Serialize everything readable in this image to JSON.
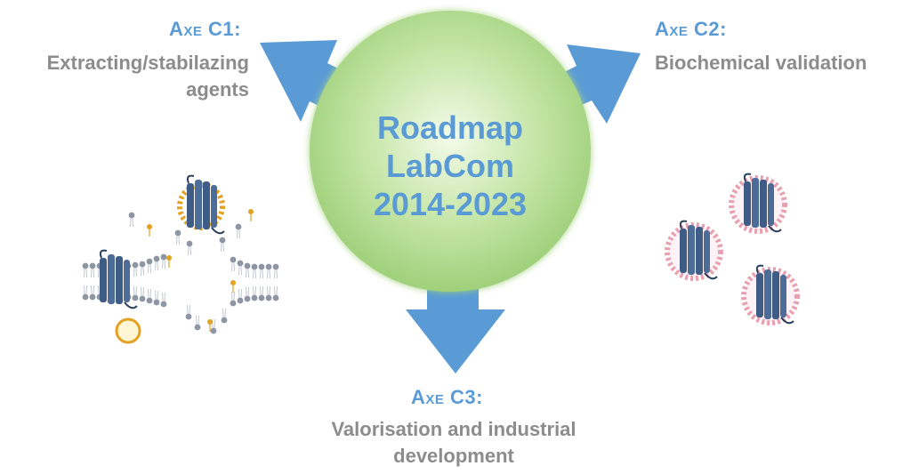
{
  "center": {
    "lines": [
      "Roadmap",
      "LabCom",
      "2014-2023"
    ]
  },
  "axes": [
    {
      "id": "c1",
      "title": "Axe C1:",
      "desc_lines": [
        "Extracting/stabilazing",
        "agents"
      ]
    },
    {
      "id": "c2",
      "title": "Axe C2:",
      "desc_lines": [
        "Biochemical validation"
      ]
    },
    {
      "id": "c3",
      "title": "Axe C3:",
      "desc_lines": [
        "Valorisation and industrial",
        "development"
      ]
    }
  ],
  "colors": {
    "circle_light": "#eaf7dc",
    "circle_dark": "#9fd07a",
    "arrow": "#5b9bd5",
    "title_blue": "#5b9bd5",
    "desc_gray": "#8c8c8c",
    "protein": "#3e5c86",
    "lipid_head": "#8e95a3",
    "detergent_orange": "#e3a221",
    "detergent_pink": "#e8a0b0"
  }
}
